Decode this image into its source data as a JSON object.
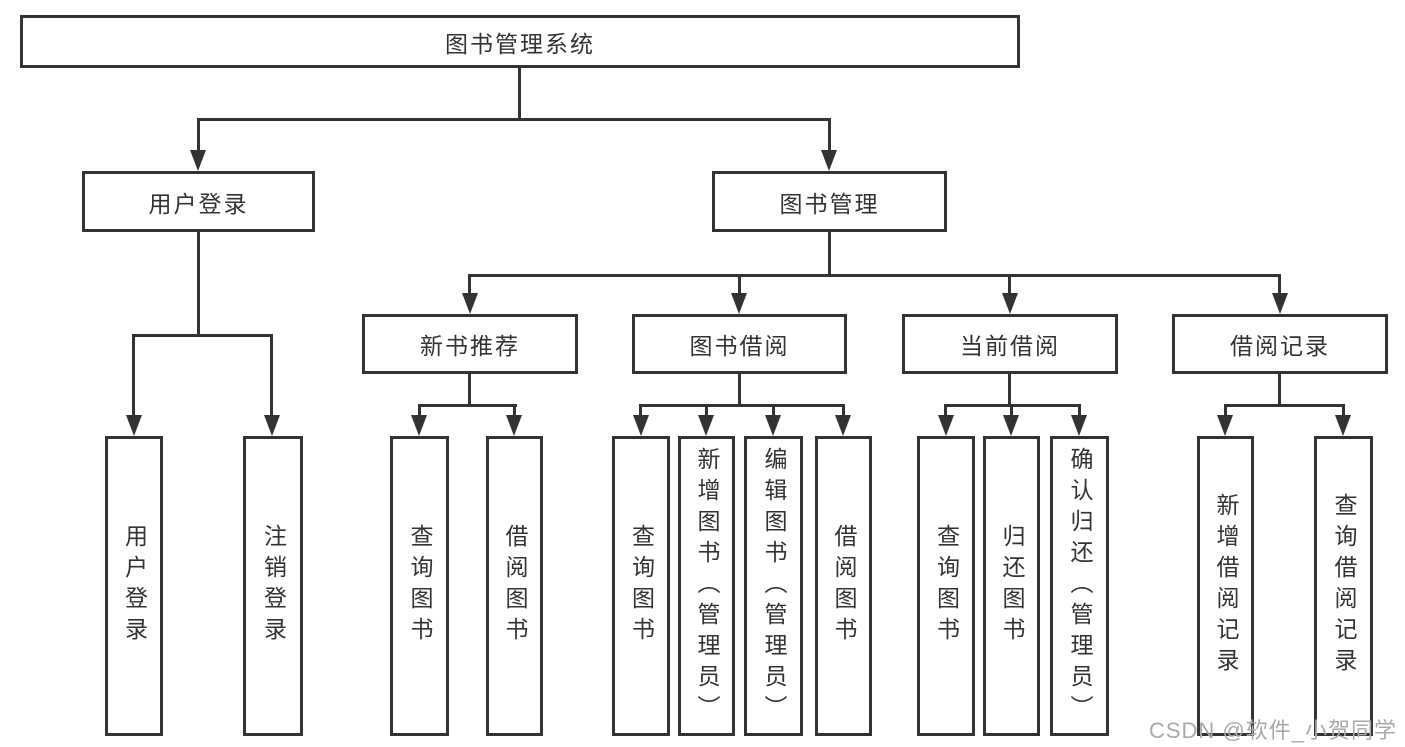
{
  "diagram_title": "图书管理系统",
  "tree": {
    "root": {
      "label": "图书管理系统"
    },
    "branches": [
      {
        "label": "用户登录",
        "children": [
          {
            "label": "用户登录"
          },
          {
            "label": "注销登录"
          }
        ]
      },
      {
        "label": "图书管理",
        "children": [
          {
            "label": "新书推荐",
            "children": [
              {
                "label": "查询图书"
              },
              {
                "label": "借阅图书"
              }
            ]
          },
          {
            "label": "图书借阅",
            "children": [
              {
                "label": "查询图书"
              },
              {
                "label": "新增图书（管理员）"
              },
              {
                "label": "编辑图书（管理员）"
              },
              {
                "label": "借阅图书"
              }
            ]
          },
          {
            "label": "当前借阅",
            "children": [
              {
                "label": "查询图书"
              },
              {
                "label": "归还图书"
              },
              {
                "label": "确认归还（管理员）"
              }
            ]
          },
          {
            "label": "借阅记录",
            "children": [
              {
                "label": "新增借阅记录"
              },
              {
                "label": "查询借阅记录"
              }
            ]
          }
        ]
      }
    ]
  },
  "watermark": "CSDN @软件_小贺同学",
  "colors": {
    "line": "#333333",
    "text": "#333333",
    "box_fill": "#ffffff",
    "watermark": "#a9a9a9"
  }
}
